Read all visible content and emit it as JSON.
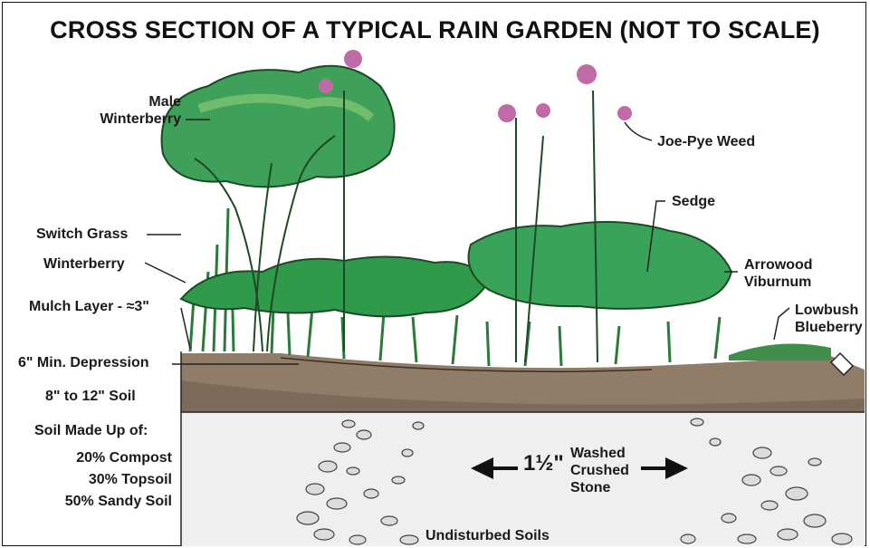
{
  "title": "CROSS SECTION OF A TYPICAL RAIN GARDEN (NOT TO SCALE)",
  "labels": {
    "male_winterberry": [
      "Male",
      "Winterberry"
    ],
    "switch_grass": "Switch Grass",
    "winterberry": "Winterberry",
    "mulch_layer": "Mulch Layer - ≈3\"",
    "depression": "6\" Min. Depression",
    "soil": "8\" to 12\" Soil",
    "soil_made_up": "Soil Made Up of:",
    "compost": "20% Compost",
    "topsoil": "30% Topsoil",
    "sandy": "50% Sandy Soil",
    "joe_pye": "Joe-Pye Weed",
    "sedge": "Sedge",
    "arrowwood": [
      "Arrowood",
      "Viburnum"
    ],
    "lowbush": [
      "Lowbush",
      "Blueberry"
    ],
    "stone_size": "1½\"",
    "washed": [
      "Washed",
      "Crushed",
      "Stone"
    ],
    "undisturbed": "Undisturbed Soils"
  },
  "colors": {
    "soil": "#8b7a68",
    "soil_dark": "#5a4a3c",
    "foliage": "#2f9a4a",
    "foliage_light": "#7cc46a",
    "flower": "#c06aa8",
    "stone_bg": "#ececec"
  }
}
